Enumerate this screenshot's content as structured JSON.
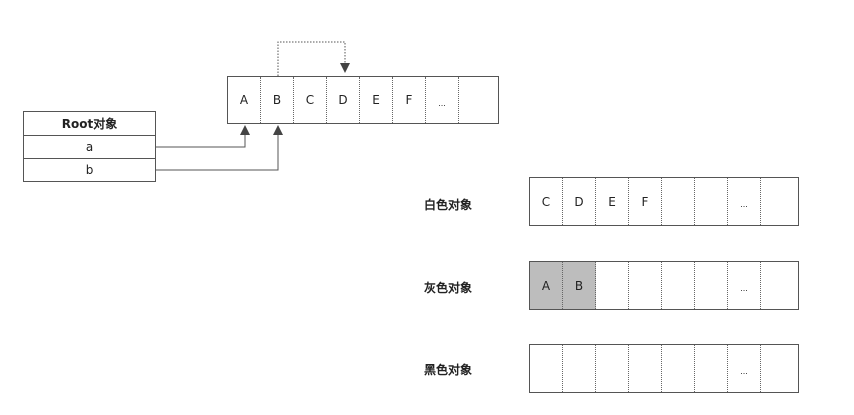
{
  "root": {
    "title": "Root对象",
    "fields": [
      "a",
      "b"
    ]
  },
  "heap": {
    "cells": [
      "A",
      "B",
      "C",
      "D",
      "E",
      "F",
      "...",
      ""
    ]
  },
  "rows": [
    {
      "label": "白色对象",
      "cells": [
        "C",
        "D",
        "E",
        "F",
        "",
        "",
        "...",
        ""
      ],
      "gray": []
    },
    {
      "label": "灰色对象",
      "cells": [
        "A",
        "B",
        "",
        "",
        "",
        "",
        "...",
        ""
      ],
      "gray": [
        0,
        1
      ]
    },
    {
      "label": "黑色对象",
      "cells": [
        "",
        "",
        "",
        "",
        "",
        "",
        "...",
        ""
      ],
      "gray": []
    }
  ],
  "colors": {
    "gray_cell": "#bdbdbd",
    "line": "#555555"
  }
}
